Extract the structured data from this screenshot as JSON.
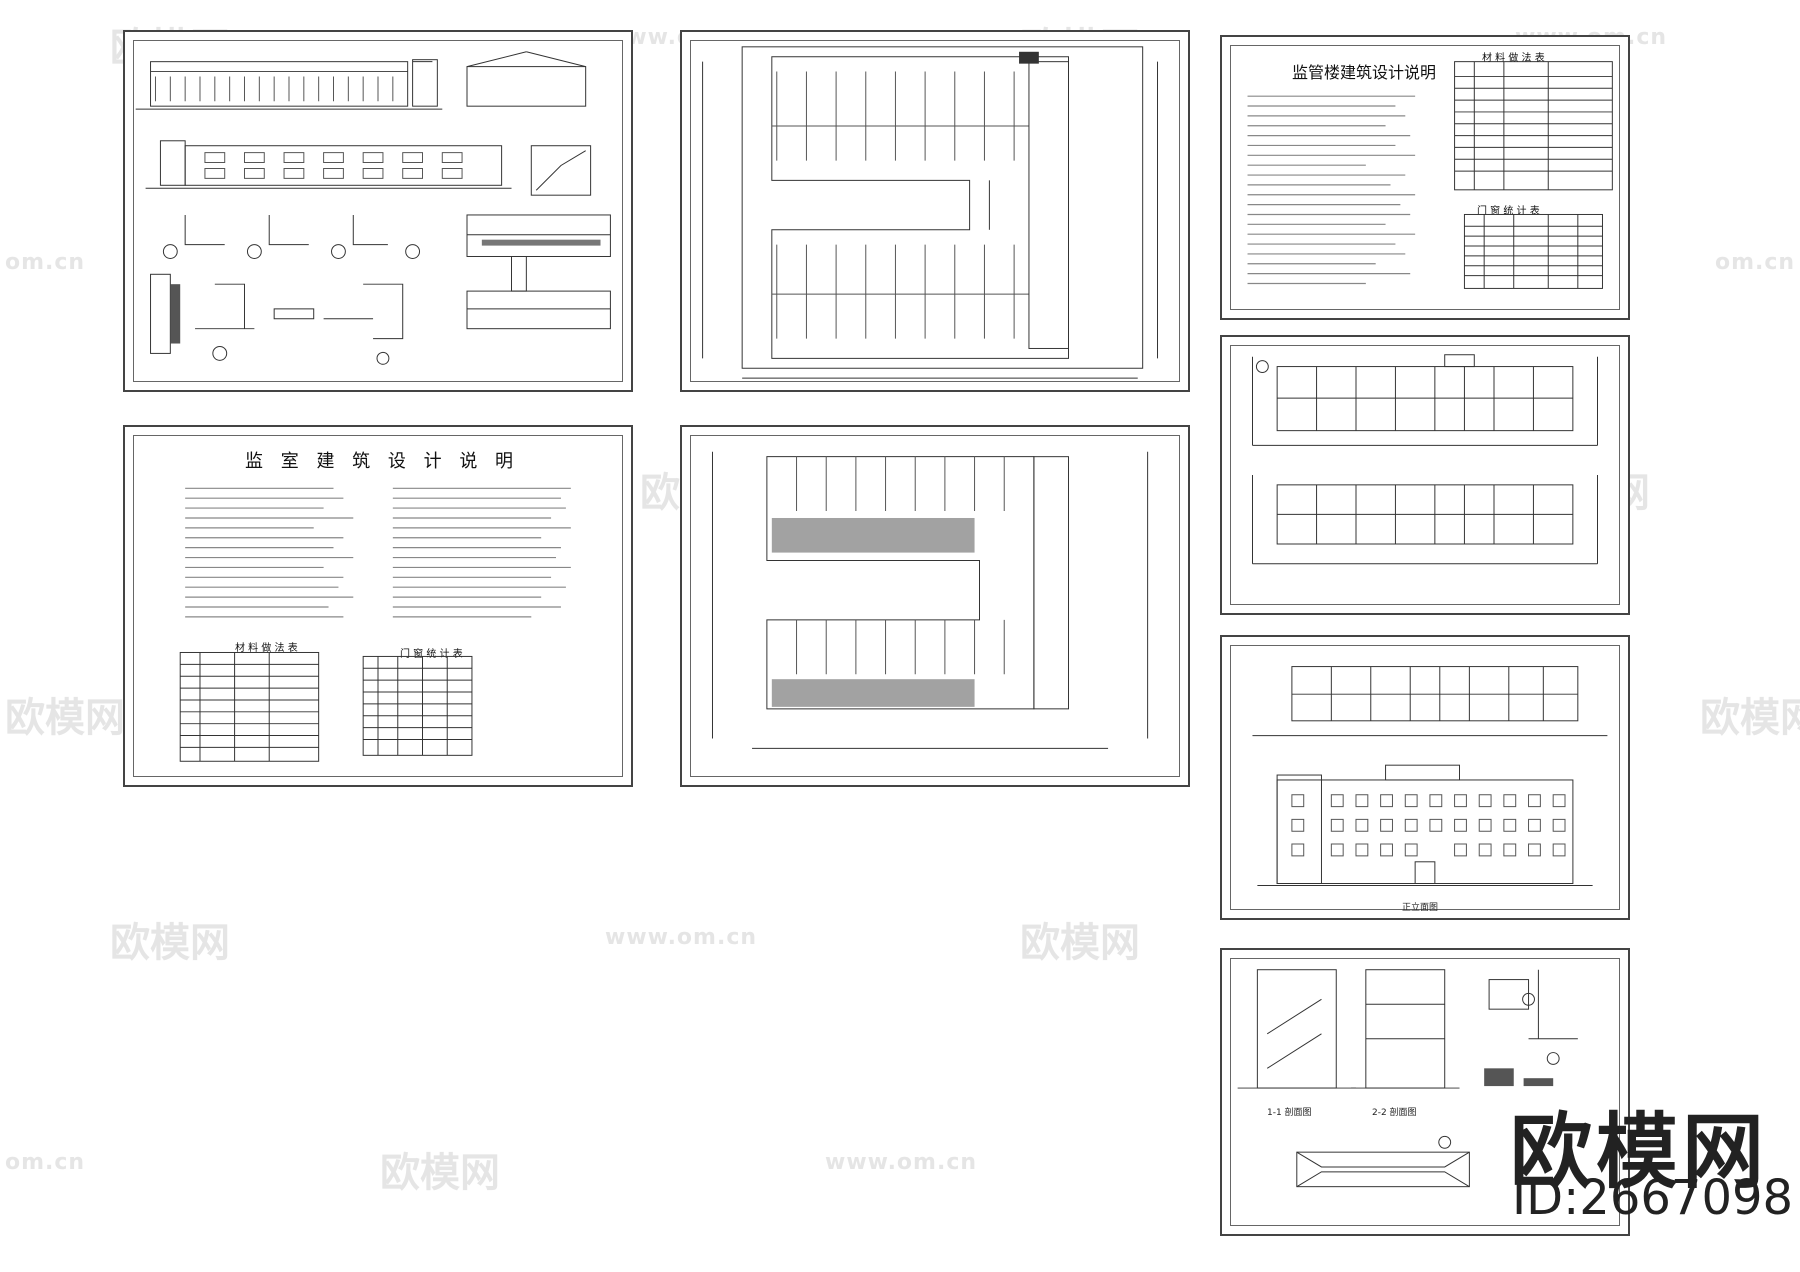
{
  "watermark": {
    "logo_text": "欧模网",
    "url_text": "www.om.cn",
    "url_short": "om.cn"
  },
  "brand": {
    "name": "欧模网",
    "id_label": "ID:2667098"
  },
  "sheets": {
    "prison_design_notes": {
      "title": "监 室 建 筑 设 计 说 明",
      "materials_table_title": "材 料 做 法 表",
      "door_window_table_title": "门 窗 统 计 表"
    },
    "supervision_design_notes": {
      "title": "监管楼建筑设计说明",
      "materials_table_title": "材 料 做 法 表",
      "door_window_table_title": "门 窗 统 计 表"
    },
    "sections_sheet": {
      "section_1_label": "1-1 剖面图",
      "section_2_label": "2-2 剖面图"
    },
    "elevation_sheet": {
      "front_elevation_label": "正立面图"
    }
  },
  "colors": {
    "line": "#333333",
    "sheet_border": "#444444",
    "hatch": "#555555"
  }
}
